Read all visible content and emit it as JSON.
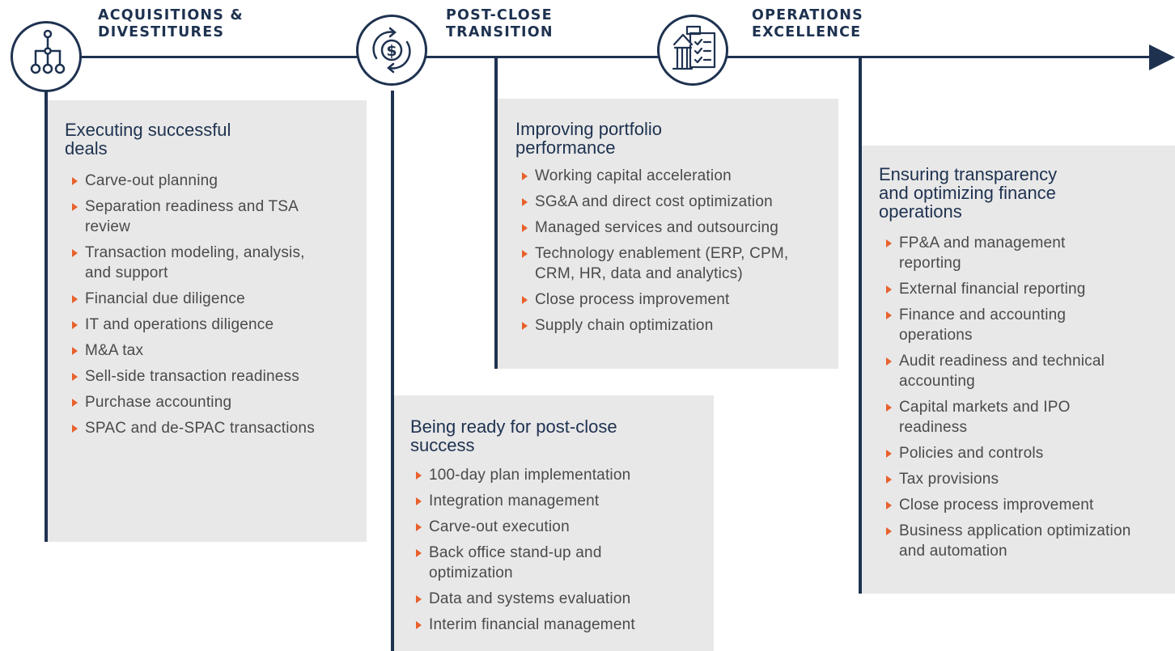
{
  "stages": [
    {
      "title_line1": "ACQUISITIONS &",
      "title_line2": "DIVESTITURES",
      "icon": "org-chart-icon"
    },
    {
      "title_line1": "POST-CLOSE",
      "title_line2": "TRANSITION",
      "icon": "dollar-cycle-icon"
    },
    {
      "title_line1": "OPERATIONS",
      "title_line2": "EXCELLENCE",
      "icon": "building-checklist-icon"
    }
  ],
  "panels": [
    {
      "title_line1": "Executing successful",
      "title_line2": "deals",
      "items": [
        "Carve-out planning",
        "Separation readiness and TSA review",
        "Transaction modeling, analysis, and support",
        "Financial due diligence",
        "IT and operations diligence",
        "M&A tax",
        "Sell-side transaction readiness",
        "Purchase accounting",
        "SPAC and de-SPAC transactions"
      ]
    },
    {
      "title_line1": "Being ready for post-close",
      "title_line2": "success",
      "items": [
        "100-day plan implementation",
        "Integration management",
        "Carve-out execution",
        "Back office stand-up and optimization",
        "Data and systems evaluation",
        "Interim financial management"
      ]
    },
    {
      "title_line1": "Improving portfolio",
      "title_line2": "performance",
      "items": [
        "Working capital acceleration",
        "SG&A and direct cost optimization",
        "Managed services and outsourcing",
        "Technology enablement (ERP, CPM, CRM, HR, data and analytics)",
        "Close process improvement",
        "Supply chain optimization"
      ]
    },
    {
      "title_line1": "Ensuring transparency",
      "title_line2": "and optimizing finance",
      "title_line3": "operations",
      "items": [
        "FP&A and management reporting",
        "External financial reporting",
        "Finance and accounting operations",
        "Audit readiness and technical accounting",
        "Capital markets and IPO readiness",
        "Policies and controls",
        "Tax provisions",
        "Close process improvement",
        "Business application optimization and automation"
      ]
    }
  ],
  "colors": {
    "navy": "#1e3250",
    "orange": "#e8612c",
    "panel_bg": "#e8e8e8",
    "text": "#4a4a4a"
  }
}
